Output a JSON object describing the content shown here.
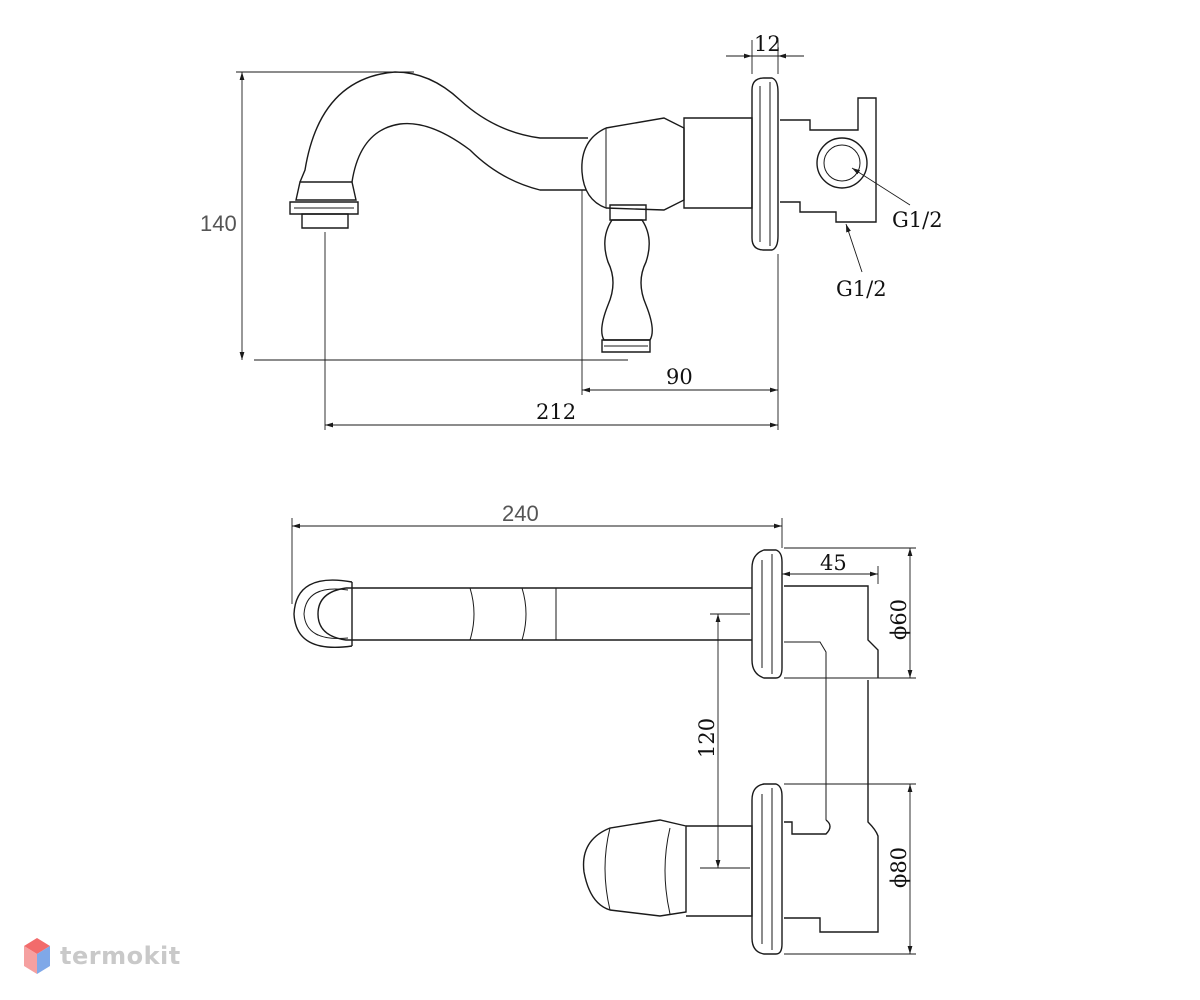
{
  "drawing": {
    "side_view": {
      "dimensions": {
        "height": "140",
        "flange_thickness": "12",
        "handle_projection": "90",
        "spout_projection": "212"
      },
      "callouts": {
        "thread_top": "G1/2",
        "thread_bottom": "G1/2"
      }
    },
    "top_view": {
      "dimensions": {
        "overall_length": "240",
        "body_depth": "45",
        "spout_rosette_diameter": "ϕ60",
        "centers": "120",
        "handle_rosette_diameter": "ϕ80"
      }
    }
  },
  "brand": {
    "logo_text": "termokit",
    "colors": {
      "top": "#f26b6b",
      "bottom": "#7fa8e8",
      "text": "#c9c9c9"
    }
  }
}
